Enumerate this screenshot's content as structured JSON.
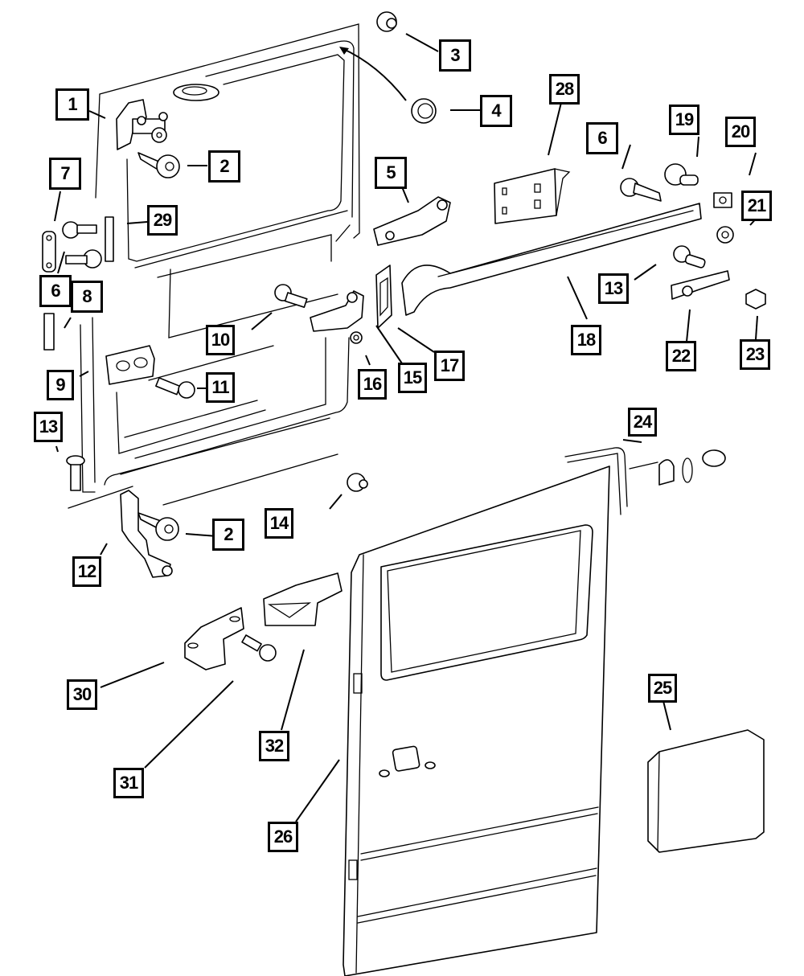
{
  "diagram": {
    "type": "exploded-parts-diagram",
    "subject": "Sliding side door assembly",
    "colors": {
      "line": "#000000",
      "background": "#ffffff"
    },
    "callouts": [
      {
        "id": "c1",
        "label": "1",
        "part": "door-inner-panel"
      },
      {
        "id": "c2a",
        "label": "2",
        "part": "screw-upper"
      },
      {
        "id": "c2b",
        "label": "2",
        "part": "screw-lower"
      },
      {
        "id": "c3",
        "label": "3",
        "part": "bumper-plug"
      },
      {
        "id": "c4",
        "label": "4",
        "part": "grommet"
      },
      {
        "id": "c5",
        "label": "5",
        "part": "center-hinge-arm"
      },
      {
        "id": "c6a",
        "label": "6",
        "part": "striker-bolt"
      },
      {
        "id": "c6b",
        "label": "6",
        "part": "track-screw"
      },
      {
        "id": "c7",
        "label": "7",
        "part": "striker-plate"
      },
      {
        "id": "c8",
        "label": "8",
        "part": "spacer-block"
      },
      {
        "id": "c9",
        "label": "9",
        "part": "wedge-plate"
      },
      {
        "id": "c10",
        "label": "10",
        "part": "hinge-bolt"
      },
      {
        "id": "c11",
        "label": "11",
        "part": "screw"
      },
      {
        "id": "c12",
        "label": "12",
        "part": "lower-hinge-arm"
      },
      {
        "id": "c13a",
        "label": "13",
        "part": "bolt-left"
      },
      {
        "id": "c13b",
        "label": "13",
        "part": "bolt-right"
      },
      {
        "id": "c14",
        "label": "14",
        "part": "bumper"
      },
      {
        "id": "c15",
        "label": "15",
        "part": "center-bracket"
      },
      {
        "id": "c16",
        "label": "16",
        "part": "washer"
      },
      {
        "id": "c17",
        "label": "17",
        "part": "cover-plate"
      },
      {
        "id": "c18",
        "label": "18",
        "part": "center-track"
      },
      {
        "id": "c19",
        "label": "19",
        "part": "stop-bumper"
      },
      {
        "id": "c20",
        "label": "20",
        "part": "clip-nut"
      },
      {
        "id": "c21",
        "label": "21",
        "part": "nut-flanged"
      },
      {
        "id": "c22",
        "label": "22",
        "part": "roller-carrier"
      },
      {
        "id": "c23",
        "label": "23",
        "part": "hex-nut"
      },
      {
        "id": "c24",
        "label": "24",
        "part": "weatherstrip"
      },
      {
        "id": "c25",
        "label": "25",
        "part": "insulator-pad"
      },
      {
        "id": "c26",
        "label": "26",
        "part": "door-outer-panel"
      },
      {
        "id": "c28",
        "label": "28",
        "part": "track-bracket"
      },
      {
        "id": "c29",
        "label": "29",
        "part": "latch-striker"
      },
      {
        "id": "c30",
        "label": "30",
        "part": "lower-bracket"
      },
      {
        "id": "c31",
        "label": "31",
        "part": "bolt"
      },
      {
        "id": "c32",
        "label": "32",
        "part": "lower-track-end"
      }
    ]
  }
}
